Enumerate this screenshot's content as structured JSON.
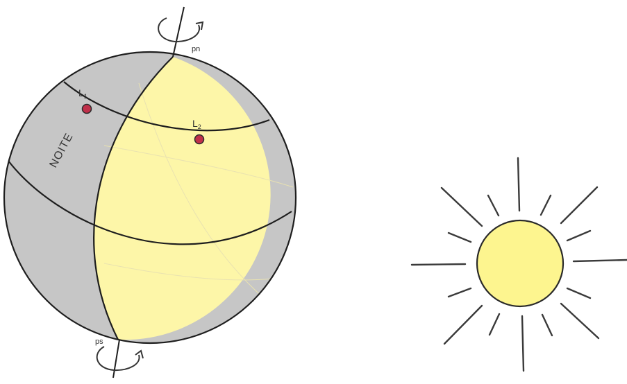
{
  "diagram": {
    "labels": {
      "night": "NOITE",
      "north_pole": "pn",
      "south_pole": "ps",
      "location_1": "L",
      "location_1_sub": "1",
      "location_2": "L",
      "location_2_sub": "2"
    },
    "colors": {
      "day_side": "#fdf6a8",
      "night_side": "#c6c6c6",
      "outline": "#1e1e1e",
      "location_marker": "#c0304a",
      "sun_fill": "#fdf58f",
      "sun_rays": "#3a3a3a",
      "background": "#ffffff"
    }
  }
}
